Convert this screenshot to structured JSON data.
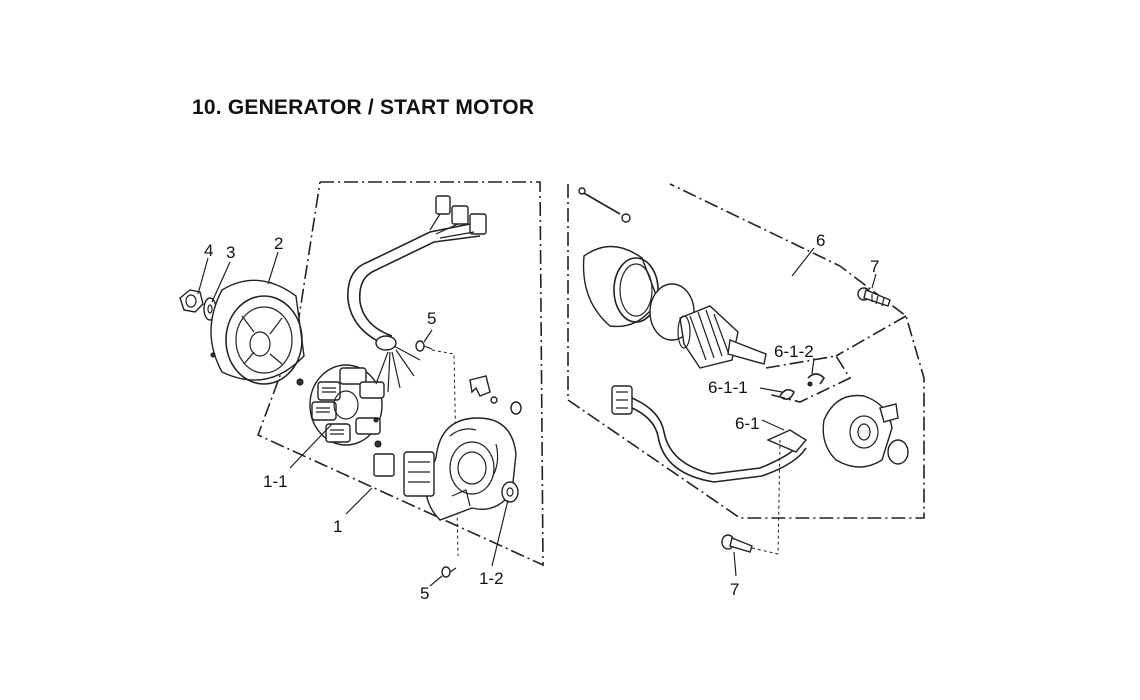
{
  "title": "10. GENERATOR / START MOTOR",
  "callouts": {
    "c1": "1",
    "c1_1": "1-1",
    "c1_2": "1-2",
    "c2": "2",
    "c3": "3",
    "c4": "4",
    "c5_top": "5",
    "c5_bottom": "5",
    "c6": "6",
    "c6_1": "6-1",
    "c6_1_1": "6-1-1",
    "c6_1_2": "6-1-2",
    "c7_top": "7",
    "c7_bottom": "7"
  }
}
